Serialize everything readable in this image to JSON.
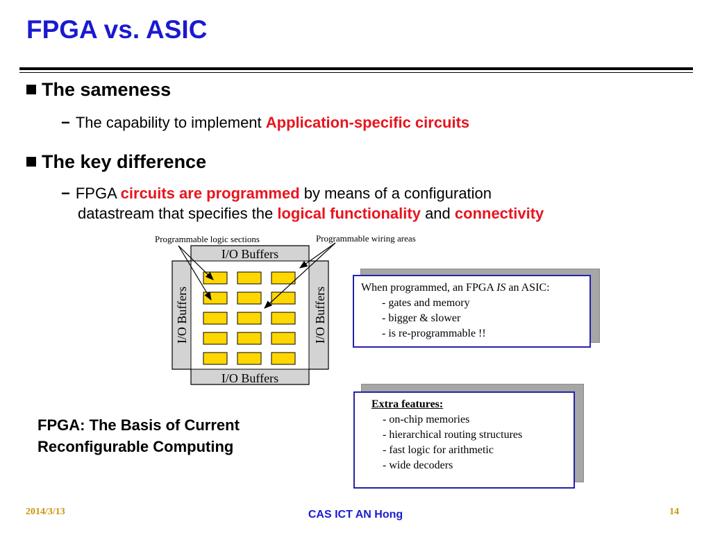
{
  "slide": {
    "title": "FPGA vs. ASIC",
    "bullet1": {
      "heading": "The sameness",
      "sub": {
        "dash": "−",
        "text_plain": "The capability to implement ",
        "text_red": "Application-specific circuits"
      }
    },
    "bullet2": {
      "heading": "The key difference",
      "sub": {
        "dash": "−",
        "line1_plain_a": "FPGA ",
        "line1_red": "circuits are programmed",
        "line1_plain_b": " by means of a configuration",
        "line2_plain_a": "datastream that specifies the ",
        "line2_red_a": "logical functionality",
        "line2_plain_b": " and ",
        "line2_red_b": "connectivity"
      }
    }
  },
  "diagram": {
    "label_logic": "Programmable logic sections",
    "label_wiring": "Programmable wiring areas",
    "buffer_top": "I/O Buffers",
    "buffer_bottom": "I/O Buffers",
    "buffer_left": "I/O Buffers",
    "buffer_right": "I/O Buffers",
    "block_color": "#ffd700",
    "block_rows": 5,
    "block_cols": 3
  },
  "asic_box": {
    "intro_a": "When programmed, an FPGA ",
    "intro_em": "IS",
    "intro_b": " an ASIC:",
    "items": [
      "- gates and memory",
      "- bigger & slower",
      "- is re-programmable !!"
    ]
  },
  "features_box": {
    "heading": "Extra features:",
    "items": [
      "- on-chip memories",
      "- hierarchical routing structures",
      "- fast logic for arithmetic",
      "- wide decoders"
    ]
  },
  "caption": {
    "line1": "FPGA: The Basis of Current",
    "line2": "Reconfigurable Computing"
  },
  "footer": {
    "date": "2014/3/13",
    "author": "CAS ICT AN Hong",
    "page": "14"
  },
  "colors": {
    "title": "#1a1ad0",
    "emphasis": "#e8141e",
    "footer_meta": "#c8960a"
  }
}
